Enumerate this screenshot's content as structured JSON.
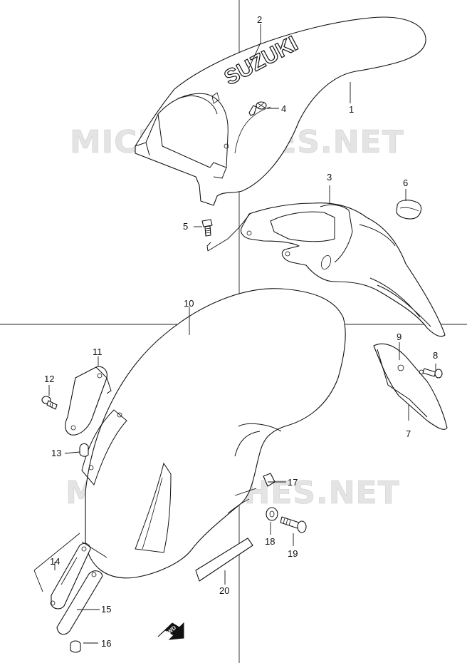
{
  "watermark": "MICROFICHES.NET",
  "brand_logo": "SUZUKI",
  "direction_badge": "FWD",
  "callouts": [
    {
      "id": "1",
      "label": "1"
    },
    {
      "id": "2",
      "label": "2"
    },
    {
      "id": "3",
      "label": "3"
    },
    {
      "id": "4",
      "label": "4"
    },
    {
      "id": "5",
      "label": "5"
    },
    {
      "id": "6",
      "label": "6"
    },
    {
      "id": "7",
      "label": "7"
    },
    {
      "id": "8",
      "label": "8"
    },
    {
      "id": "9",
      "label": "9"
    },
    {
      "id": "10",
      "label": "10"
    },
    {
      "id": "11",
      "label": "11"
    },
    {
      "id": "12",
      "label": "12"
    },
    {
      "id": "13",
      "label": "13"
    },
    {
      "id": "14",
      "label": "14"
    },
    {
      "id": "15",
      "label": "15"
    },
    {
      "id": "16",
      "label": "16"
    },
    {
      "id": "17",
      "label": "17"
    },
    {
      "id": "18",
      "label": "18"
    },
    {
      "id": "19",
      "label": "19"
    },
    {
      "id": "20",
      "label": "20"
    }
  ]
}
